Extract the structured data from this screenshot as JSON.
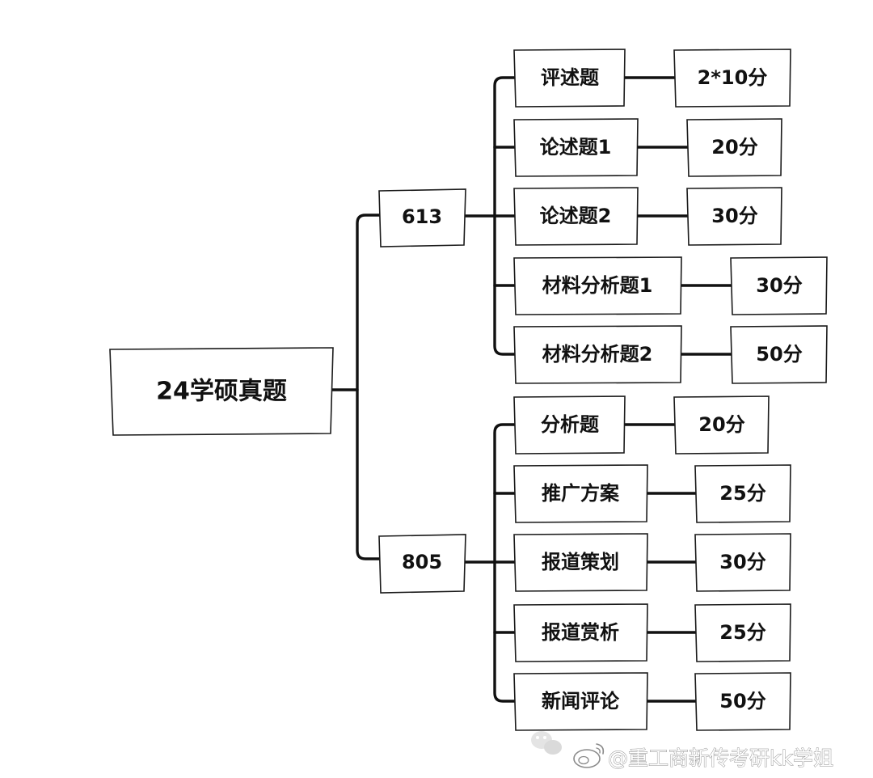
{
  "diagram": {
    "root": "24学硕真题",
    "branches": [
      {
        "label": "613",
        "items": [
          {
            "question": "评述题",
            "score": "2*10分"
          },
          {
            "question": "论述题1",
            "score": "20分"
          },
          {
            "question": "论述题2",
            "score": "30分"
          },
          {
            "question": "材料分析题1",
            "score": "30分"
          },
          {
            "question": "材料分析题2",
            "score": "50分"
          }
        ]
      },
      {
        "label": "805",
        "items": [
          {
            "question": "分析题",
            "score": "20分"
          },
          {
            "question": "推广方案",
            "score": "25分"
          },
          {
            "question": "报道策划",
            "score": "30分"
          },
          {
            "question": "报道赏析",
            "score": "25分"
          },
          {
            "question": "新闻评论",
            "score": "50分"
          }
        ]
      }
    ]
  },
  "watermark": {
    "text": "@重工商新传考研kk学姐",
    "icon": "weibo-logo-icon",
    "secondary_icon": "wechat-logo-icon"
  }
}
